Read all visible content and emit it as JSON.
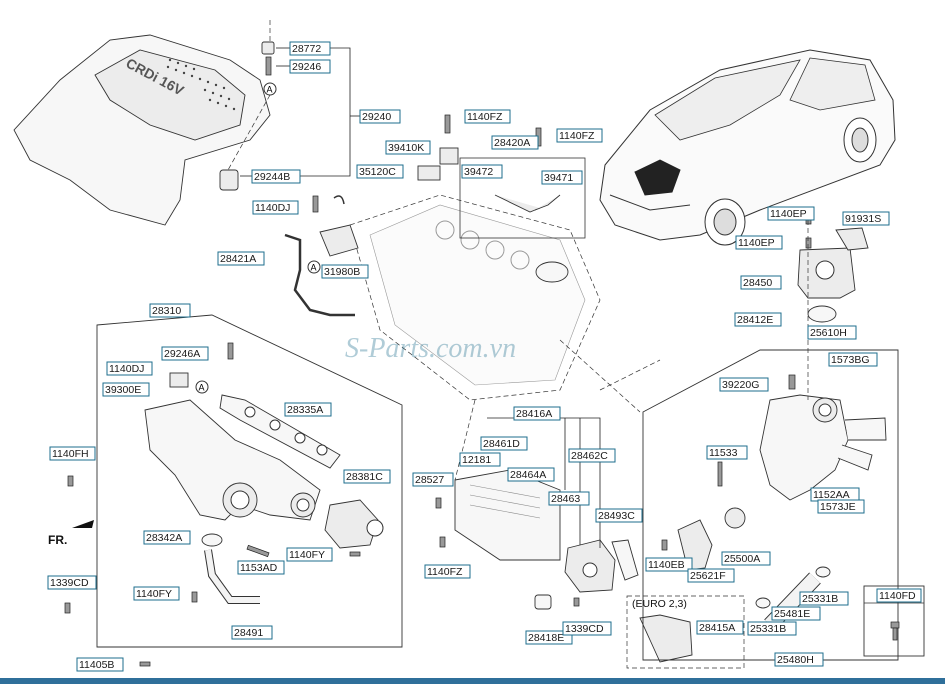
{
  "watermark": "S-Parts.com.vn",
  "front_marker": "FR.",
  "euro_box_title": "(EURO 2,3)",
  "callouts": {
    "a1": "A",
    "a2": "A",
    "a3": "A"
  },
  "labels": {
    "p28772": "28772",
    "p29246_top": "29246",
    "p29240": "29240",
    "p29244B": "29244B",
    "p1140FZ_a": "1140FZ",
    "p39410K": "39410K",
    "p28420A": "28420A",
    "p1140FZ_b": "1140FZ",
    "p35120C": "35120C",
    "p39472": "39472",
    "p39471": "39471",
    "p1140DJ_a": "1140DJ",
    "p28421A": "28421A",
    "p31980B": "31980B",
    "p28310": "28310",
    "p29246A": "29246A",
    "p1140DJ_b": "1140DJ",
    "p39300E": "39300E",
    "p28335A": "28335A",
    "p1140FH": "1140FH",
    "p28381C": "28381C",
    "p28342A": "28342A",
    "p1140FY_a": "1140FY",
    "p1153AD": "1153AD",
    "p1339CD_a": "1339CD",
    "p1140FY_b": "1140FY",
    "p28491": "28491",
    "p11405B": "11405B",
    "p28416A": "28416A",
    "p28461D": "28461D",
    "p12181": "12181",
    "p28464A": "28464A",
    "p28462C": "28462C",
    "p28527": "28527",
    "p28463": "28463",
    "p28493C": "28493C",
    "p1140FZ_c": "1140FZ",
    "p28418E": "28418E",
    "p1339CD_b": "1339CD",
    "p28415A": "28415A",
    "p1140EP_a": "1140EP",
    "p91931S": "91931S",
    "p1140EP_b": "1140EP",
    "p28450": "28450",
    "p28412E": "28412E",
    "p25610H": "25610H",
    "p1573BG": "1573BG",
    "p39220G": "39220G",
    "p11533": "11533",
    "p1152AA": "1152AA",
    "p1573JE": "1573JE",
    "p1140EB": "1140EB",
    "p25621F": "25621F",
    "p25500A": "25500A",
    "p25331B_a": "25331B",
    "p25481E": "25481E",
    "p25331B_b": "25331B",
    "p25480H": "25480H",
    "p1140FD": "1140FD"
  },
  "cover_text": "CRDi 16V"
}
